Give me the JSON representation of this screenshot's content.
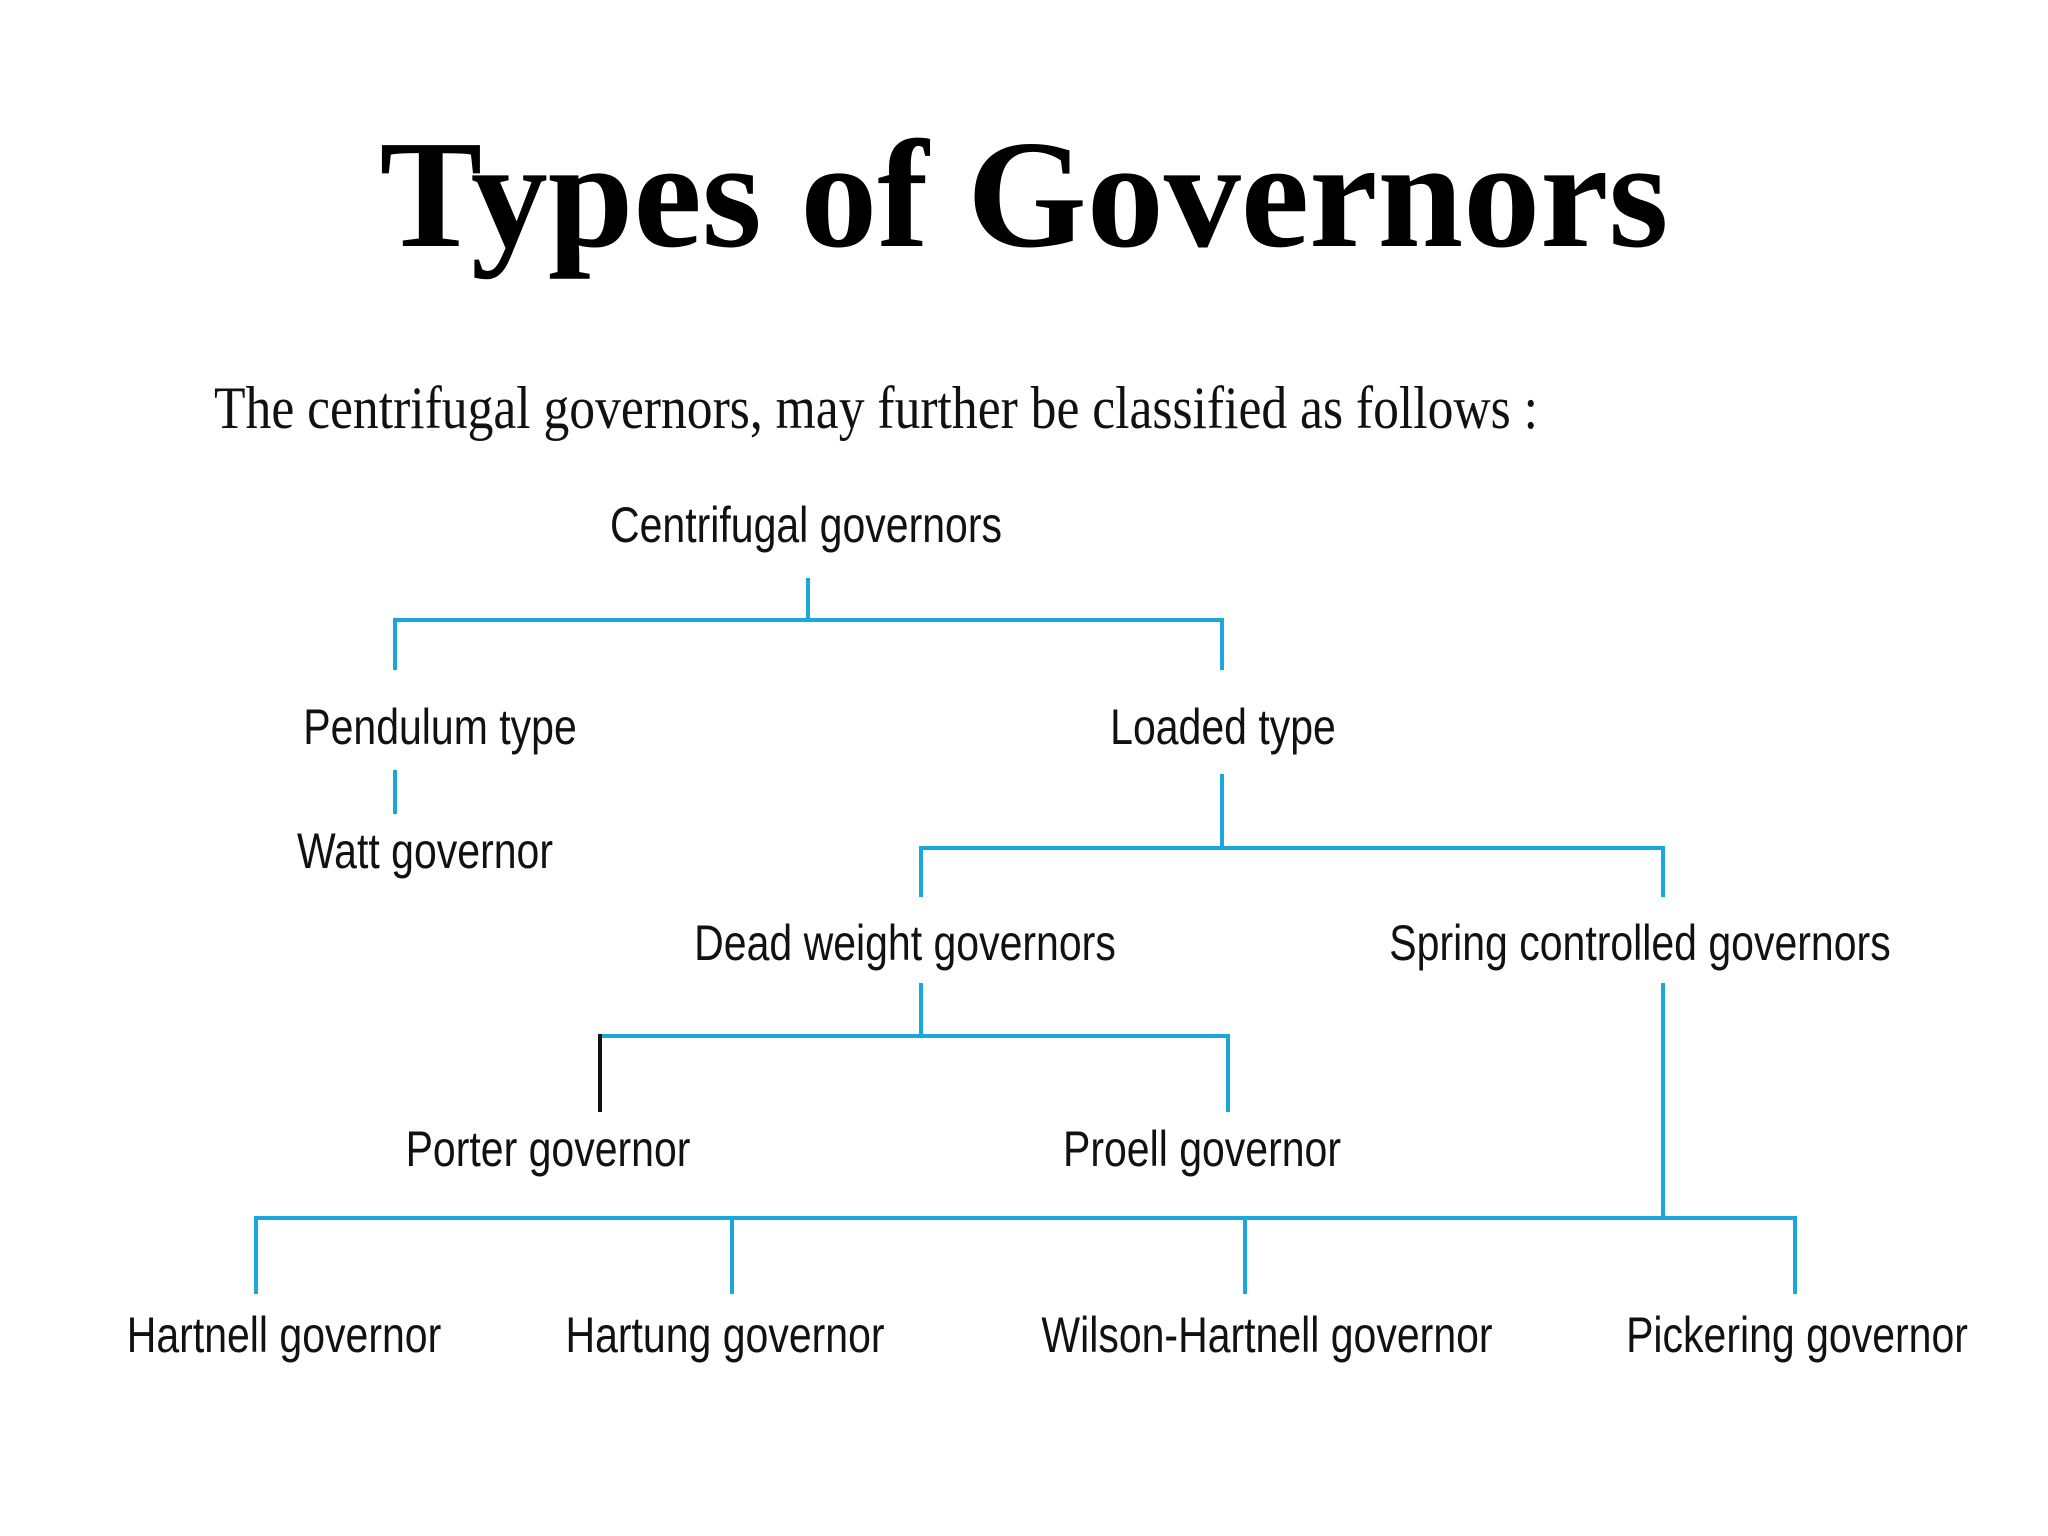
{
  "slide": {
    "title": "Types of Governors",
    "intro": "The centrifugal governors, may further be classified as follows :",
    "connector_color": "#1aa7dc",
    "text_color": "#111111"
  },
  "tree": {
    "root": "Centrifugal governors",
    "pendulum": {
      "label": "Pendulum type",
      "children": [
        "Watt governor"
      ]
    },
    "loaded": {
      "label": "Loaded type",
      "dead_weight": {
        "label": "Dead weight governors",
        "children": [
          "Porter governor",
          "Proell governor"
        ]
      },
      "spring_controlled": {
        "label": "Spring controlled governors",
        "children": [
          "Hartnell governor",
          "Hartung governor",
          "Wilson-Hartnell governor",
          "Pickering governor"
        ]
      }
    }
  }
}
